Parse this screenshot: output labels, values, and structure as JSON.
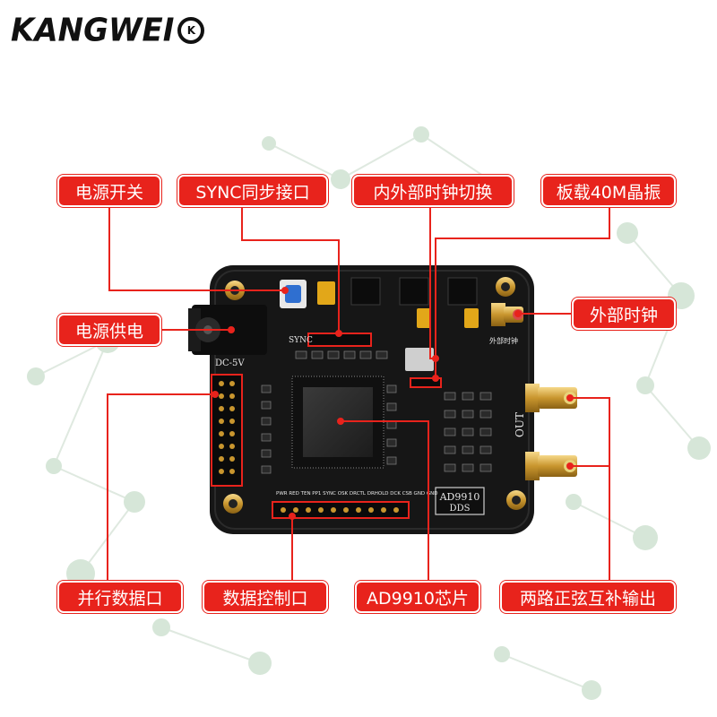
{
  "brand": {
    "logo_text": "KANGWEI",
    "logo_mark": "K"
  },
  "colors": {
    "label_bg": "#e8231c",
    "label_text": "#ffffff",
    "board": "#141414",
    "background_network": "#cfe0d2"
  },
  "board": {
    "silk_dc": "DC-5V",
    "silk_sync": "SYNC",
    "silk_out": "OUT",
    "silk_ext_clock": "外部时钟",
    "chip_badge_line1": "AD9910",
    "chip_badge_line2": "DDS",
    "silk_pin_row": "PWR RED TEN PP1 SYNC OSK DRCTL DRHOLD DCK CSB GND GND"
  },
  "callouts": {
    "power_switch": "电源开关",
    "sync_port": "SYNC同步接口",
    "clock_switch": "内外部时钟切换",
    "crystal": "板载40M晶振",
    "power_supply": "电源供电",
    "ext_clock": "外部时钟",
    "parallel_port": "并行数据口",
    "data_control": "数据控制口",
    "chip": "AD9910芯片",
    "outputs": "两路正弦互补输出"
  }
}
